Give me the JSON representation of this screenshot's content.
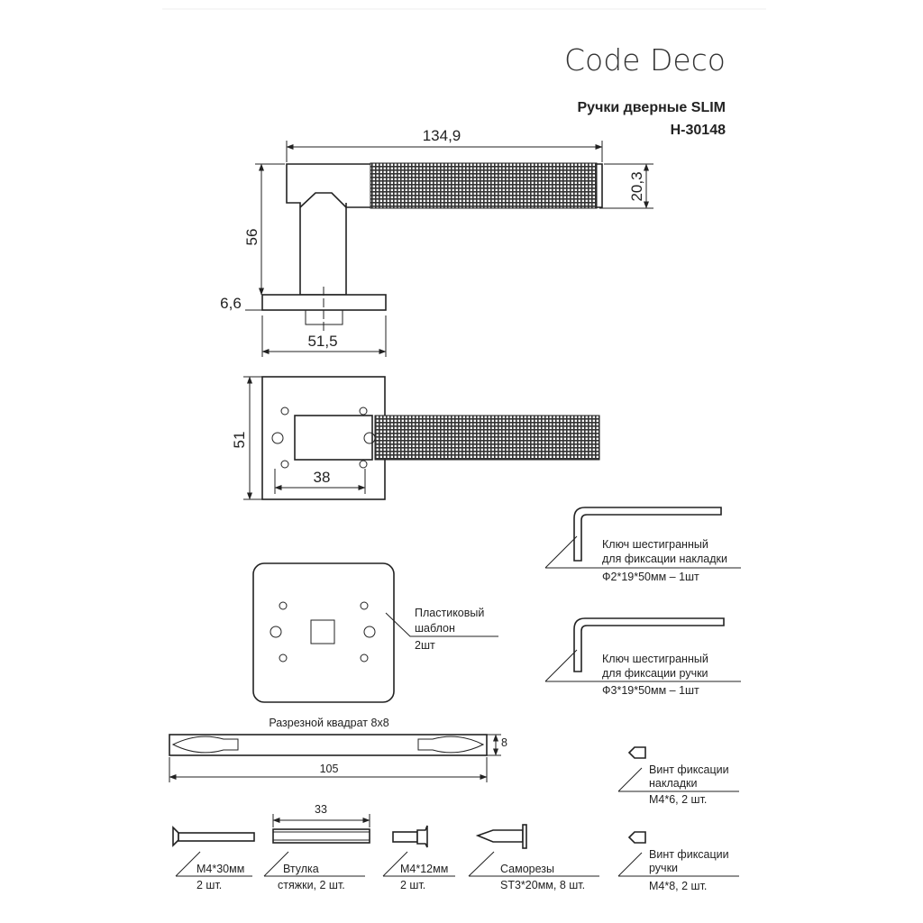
{
  "header": {
    "brand": "Code Deco",
    "product": "Ручки дверные SLIM",
    "model": "H-30148"
  },
  "dimensions": {
    "length": "134,9",
    "lever_height": "20,3",
    "height": "56",
    "rose_thickness": "6,6",
    "rose_width": "51,5",
    "rose_square": "51",
    "hole_spacing": "38"
  },
  "hex_key_plate": {
    "line1": "Ключ шестигранный",
    "line2": "для фиксации накладки",
    "spec": "Ф2*19*50мм – 1шт"
  },
  "hex_key_handle": {
    "line1": "Ключ шестигранный",
    "line2": "для фиксации ручки",
    "spec": "Ф3*19*50мм – 1шт"
  },
  "template": {
    "line1": "Пластиковый",
    "line2": "шаблон",
    "qty": "2шт"
  },
  "spindle": {
    "title": "Разрезной квадрат 8х8",
    "size": "8",
    "length": "105"
  },
  "screw_plate": {
    "line1": "Винт фиксации",
    "line2": "накладки",
    "spec": "М4*6, 2 шт."
  },
  "screw_handle": {
    "line1": "Винт фиксации",
    "line2": "ручки",
    "spec": "М4*8, 2 шт."
  },
  "bolt30": {
    "line1": "М4*30мм",
    "line2": "2 шт."
  },
  "sleeve": {
    "length": "33",
    "line1": "Втулка",
    "line2": "стяжки, 2 шт."
  },
  "bolt12": {
    "line1": "М4*12мм",
    "line2": "2 шт."
  },
  "self_tap": {
    "line1": "Саморезы",
    "line2": "ST3*20мм, 8 шт."
  }
}
